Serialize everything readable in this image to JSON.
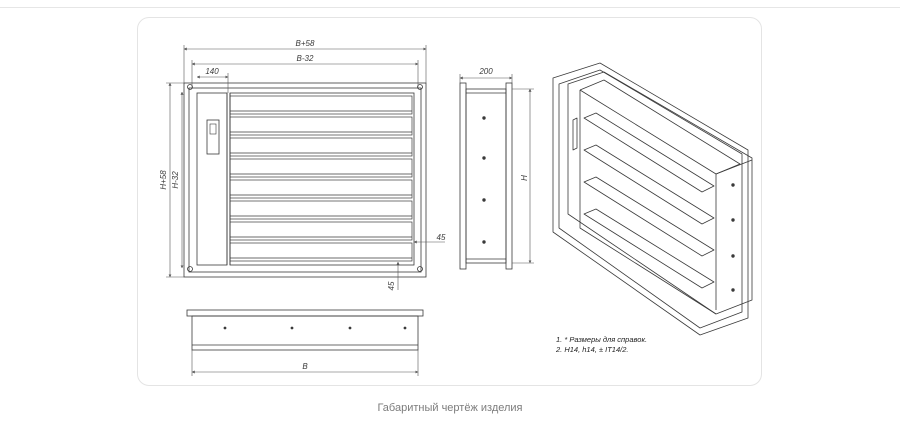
{
  "caption": "Габаритный чертёж изделия",
  "dimensions": {
    "b_plus_58": "B+58",
    "b_minus_32": "B-32",
    "flange_140": "140",
    "h_plus_58": "H+58",
    "h_minus_32": "H-32",
    "depth_200": "200",
    "h": "H",
    "gap_45_a": "45",
    "gap_45_b": "45",
    "b": "B"
  },
  "notes": {
    "line1": "1. * Размеры для справок.",
    "line2": "2. H14, h14,  ± IT14/2."
  },
  "colors": {
    "line": "#3a3a3a",
    "dim": "#555555",
    "caption": "#7c7c7c",
    "frame": "#e4e4e4"
  }
}
